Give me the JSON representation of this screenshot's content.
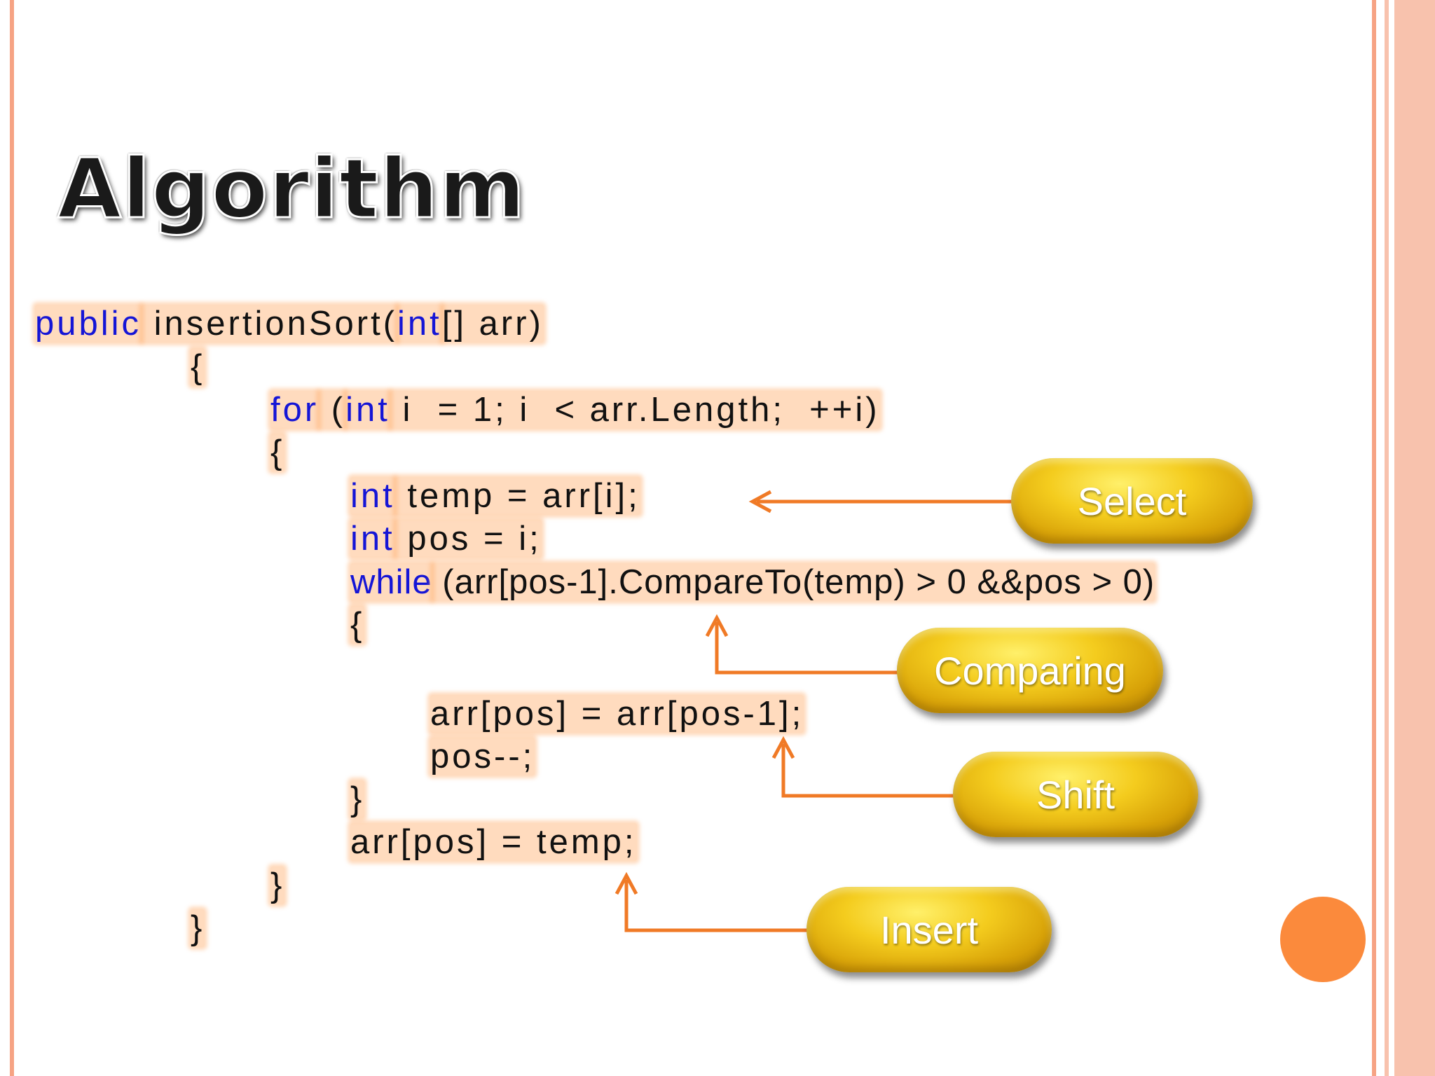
{
  "title": "Algorithm",
  "code": {
    "line1": {
      "kw1": "public",
      "t1": " insertionSort(",
      "kw2": "int",
      "t2": "[] arr)"
    },
    "line2": {
      "t1": "{"
    },
    "line3": {
      "kw1": "for",
      "t1": " (",
      "kw2": "int",
      "t2": " i  = 1; i  < arr.Length;  ++i)"
    },
    "line4": {
      "t1": "{"
    },
    "line5": {
      "kw1": "int",
      "t1": " temp = arr[i];"
    },
    "line6": {
      "kw1": "int",
      "t1": " pos = i;"
    },
    "line7": {
      "kw1": "while",
      "t1": " (arr[pos-1].CompareTo(temp) > 0 &&pos > 0)"
    },
    "line8": {
      "t1": "{"
    },
    "line9": {
      "t1": "arr[pos] = arr[pos-1];"
    },
    "line10": {
      "t1": "pos--;"
    },
    "line11": {
      "t1": "}"
    },
    "line12": {
      "t1": "arr[pos] = temp;"
    },
    "line13": {
      "t1": "}"
    },
    "line14": {
      "t1": "}"
    }
  },
  "callouts": {
    "select": "Select",
    "comparing": "Comparing",
    "shift": "Shift",
    "insert": "Insert"
  },
  "colors": {
    "keyword": "#1515d6",
    "arrow": "#f07a26",
    "highlight": "#ffb06e",
    "callout_gold": "#e9b812",
    "accent_dot": "#fb8a3c",
    "border": "#f6a384"
  }
}
